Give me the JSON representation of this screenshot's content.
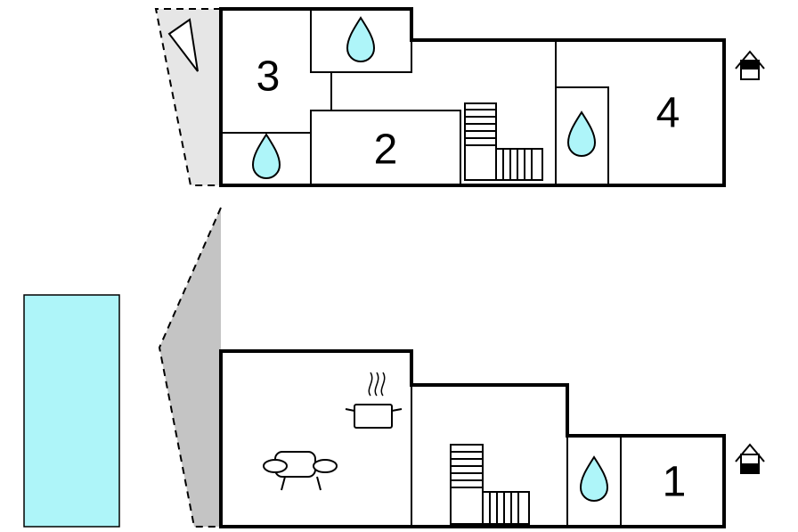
{
  "rooms": {
    "room_1": "1",
    "room_2": "2",
    "room_3": "3",
    "room_4": "4"
  },
  "icons": {
    "water": "water-drop-icon",
    "stairs": "stairs-icon",
    "kitchen": "cooking-pot-icon",
    "sofa": "sofa-icon",
    "entrance": "entrance-house-icon"
  },
  "colors": {
    "pool": "#aef5f9",
    "water_drop": "#aef5f9",
    "terrace_upper": "#e6e6e6",
    "terrace_lower": "#c4c4c4",
    "walls": "#000000"
  }
}
